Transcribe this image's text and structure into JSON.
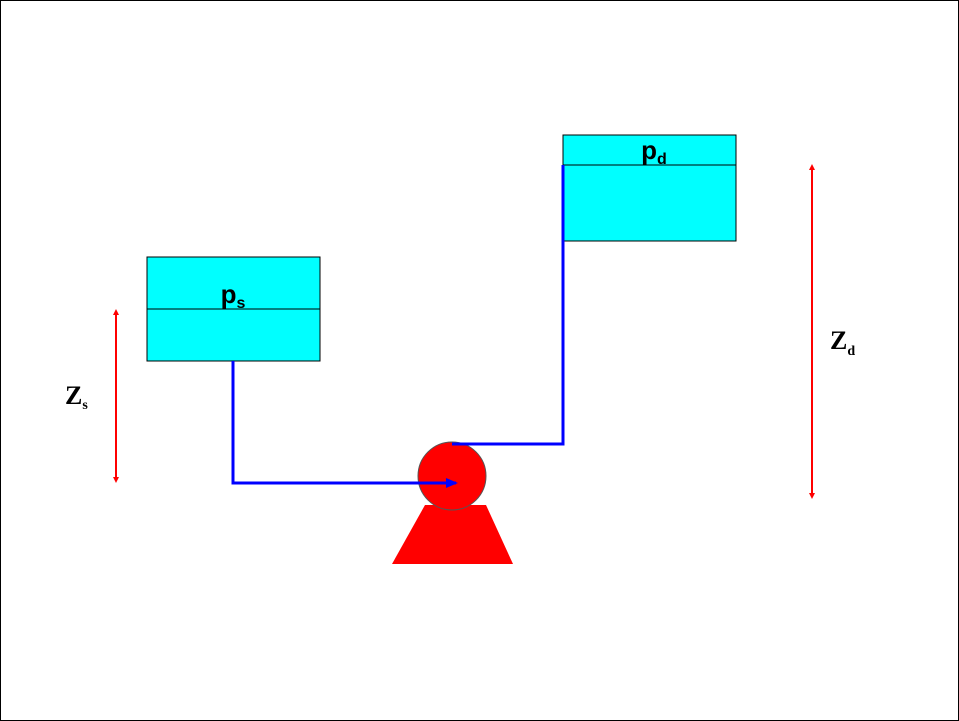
{
  "diagram": {
    "suction_tank": {
      "symbol": "p",
      "subscript": "s"
    },
    "discharge_tank": {
      "symbol": "p",
      "subscript": "d"
    },
    "suction_height": {
      "symbol": "Z",
      "subscript": "s"
    },
    "discharge_height": {
      "symbol": "Z",
      "subscript": "d"
    }
  },
  "colors": {
    "tank_fill": "#00ffff",
    "pipe": "#0000ff",
    "pump": "#ff0000",
    "dimension_arrow": "#ff0000",
    "outline": "#000000"
  }
}
